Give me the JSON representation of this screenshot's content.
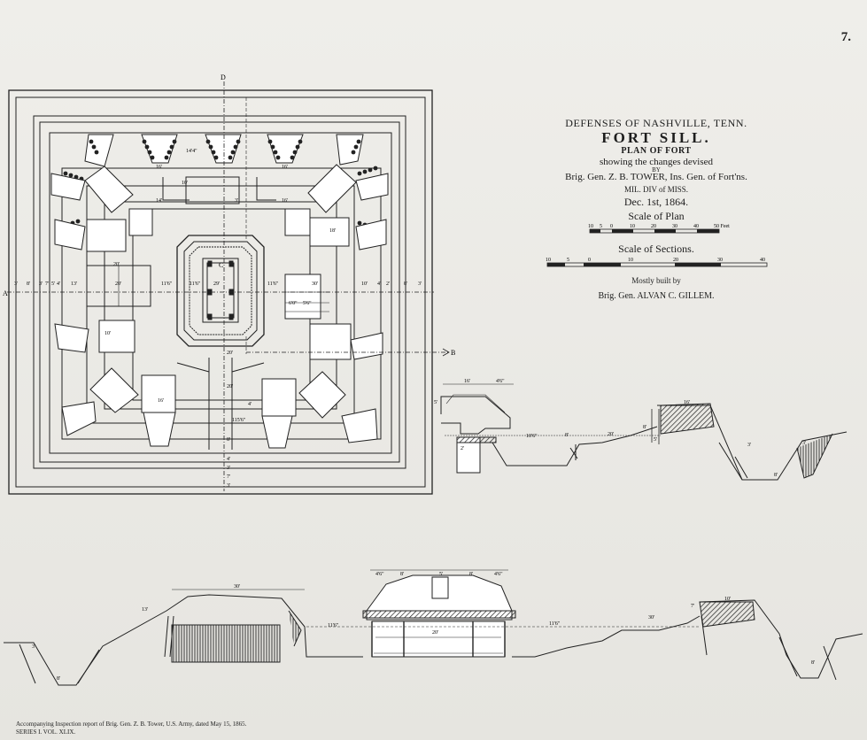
{
  "page_number": "7.",
  "title_block": {
    "line1": "DEFENSES OF NASHVILLE, TENN.",
    "line2": "FORT SILL.",
    "line3": "PLAN OF FORT",
    "line4": "showing the changes devised",
    "line5": "BY",
    "line6": "Brig. Gen. Z. B. TOWER, Ins. Gen. of Fort'ns.",
    "line7": "MIL. DIV of MISS.",
    "line8": "Dec. 1st, 1864.",
    "line9": "Scale of Plan",
    "line10": "Scale of Sections.",
    "line11": "Mostly built by",
    "line12": "Brig. Gen. ALVAN C. GILLEM."
  },
  "scale_of_plan_ticks": [
    "10",
    "5",
    "0",
    "10",
    "20",
    "30",
    "40",
    "50 Feet"
  ],
  "scale_of_sections_ticks": [
    "10",
    "5",
    "0",
    "10",
    "20",
    "30",
    "40"
  ],
  "plan_section_labels": {
    "d": "D",
    "a": "A",
    "b": "B",
    "c": "C"
  },
  "plan_dimensions": {
    "top_row": [
      "14'4\"",
      "16'",
      "14'",
      "10'",
      "3'",
      "16'",
      "16'"
    ],
    "axis_a_row": [
      "3'",
      "8'",
      "3'",
      "7'",
      "5'",
      "4'",
      "13'",
      "20'",
      "11'6\"",
      "11'6\"",
      "29'",
      "11'6\"",
      "30'",
      "10'",
      "4'",
      "2'",
      "8'",
      "3'"
    ],
    "bottom_column": [
      "115'6\"",
      "20'",
      "4'",
      "8'",
      "20'",
      "4'",
      "3'",
      "7'",
      "3'"
    ],
    "misc": [
      "20'",
      "10'",
      "16'",
      "18'",
      "6'0\"",
      "5'6\""
    ]
  },
  "section_right_dims": [
    "16'",
    "4'6\"",
    "5'",
    "2'",
    "10'6\"",
    "8'",
    "20'",
    "8'",
    "5'",
    "16'",
    "3'",
    "3'",
    "8'"
  ],
  "section_bottom_dims": [
    "30'",
    "13'",
    "4'6\"",
    "8'",
    "8'",
    "5'",
    "4'6\"",
    "11'6\"",
    "20'",
    "11'6\"",
    "30'",
    "10'",
    "7'",
    "8'",
    "3'",
    "8'"
  ],
  "footer": {
    "line1": "Accompanying Inspection report of Brig. Gen. Z. B. Tower, U.S. Army, dated May 15, 1865.",
    "line2": "SERIES I. VOL. XLIX."
  }
}
